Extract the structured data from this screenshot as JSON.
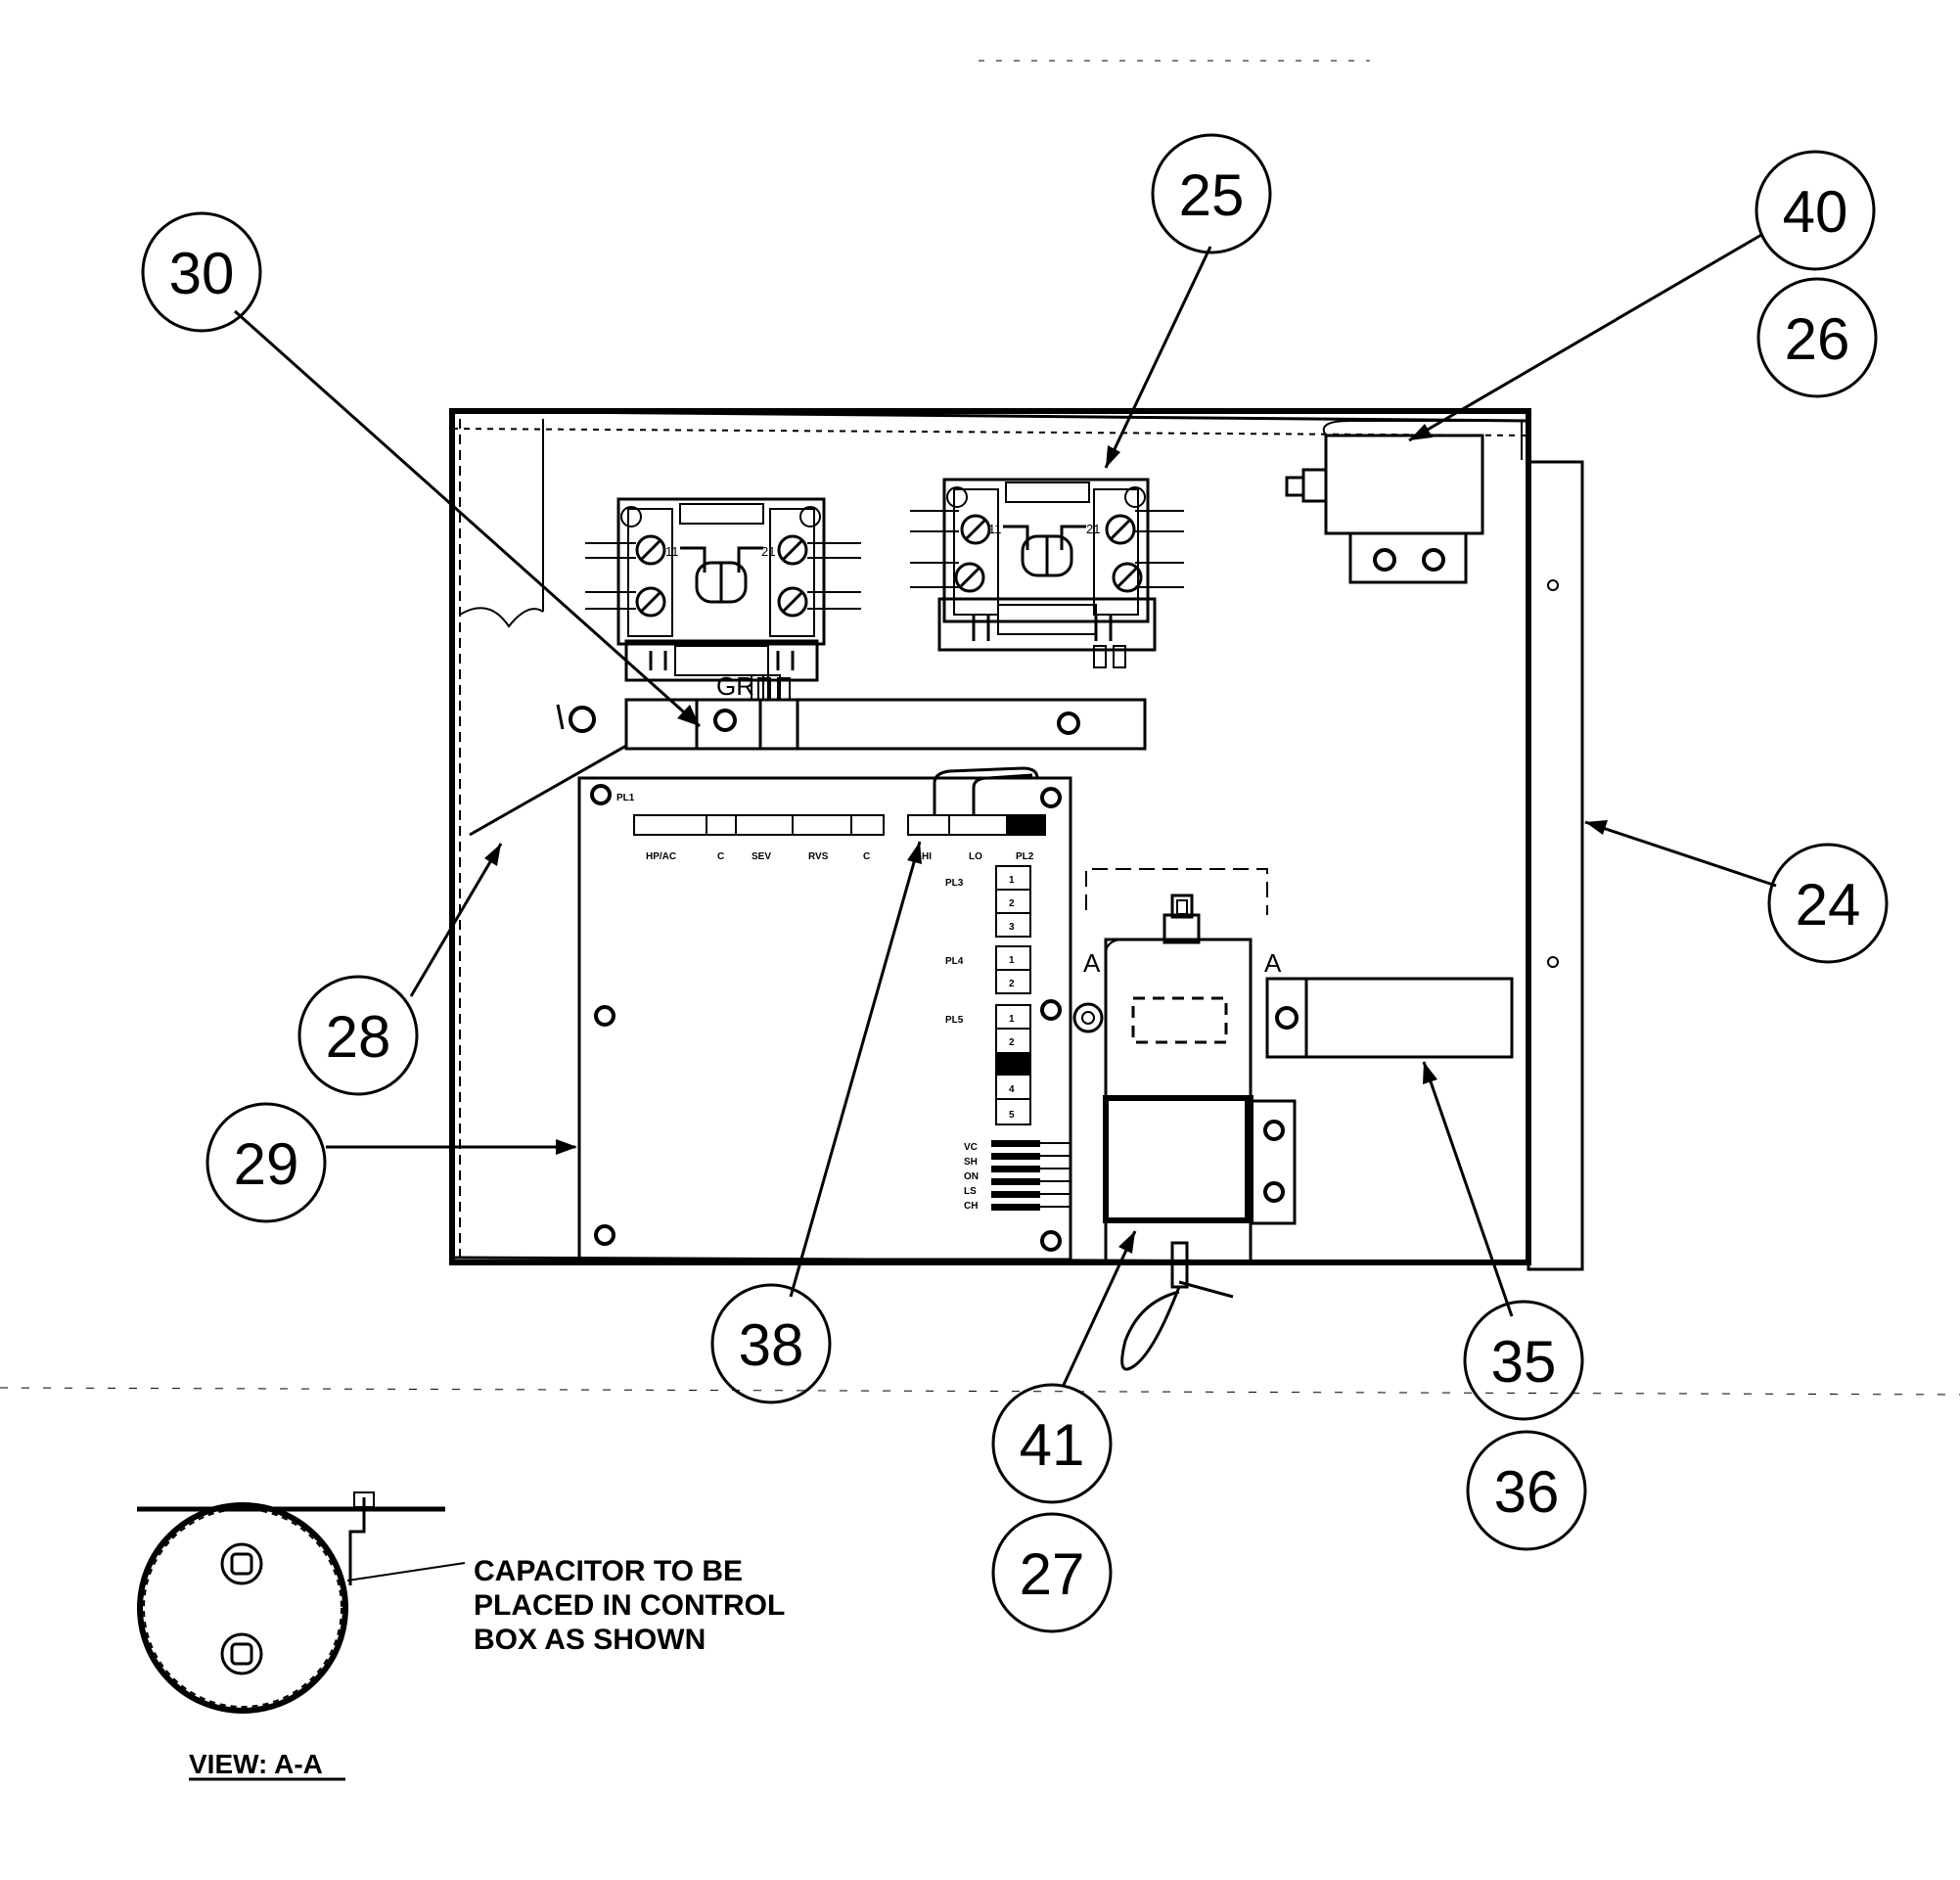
{
  "callouts": {
    "c30": "30",
    "c25": "25",
    "c40": "40",
    "c26": "26",
    "c24": "24",
    "c28": "28",
    "c29": "29",
    "c38": "38",
    "c41": "41",
    "c27": "27",
    "c35": "35",
    "c36": "36"
  },
  "labels": {
    "gr": "GR",
    "view_a_left": "A",
    "view_a_right": "A",
    "capacitor_note_line1": "CAPACITOR TO BE",
    "capacitor_note_line2": "PLACED IN CONTROL",
    "capacitor_note_line3": "BOX AS SHOWN",
    "view_caption": "VIEW: A-A"
  },
  "relay_terminals": {
    "t11": "11",
    "t21": "21"
  },
  "pcb": {
    "pl1": "PL1",
    "hp_ac": "HP/AC",
    "c1": "C",
    "sev": "SEV",
    "rvs": "RVS",
    "c2": "C",
    "hi": "HI",
    "lo": "LO",
    "pl2": "PL2",
    "pl3": "PL3",
    "pl4": "PL4",
    "pl5": "PL5",
    "pl3_pins": [
      "1",
      "2",
      "3"
    ],
    "pl4_pins": [
      "1",
      "2"
    ],
    "pl5_pins": [
      "1",
      "2",
      "4",
      "5"
    ],
    "term_labels": [
      "VC",
      "SH",
      "ON",
      "LS",
      "CH"
    ]
  }
}
